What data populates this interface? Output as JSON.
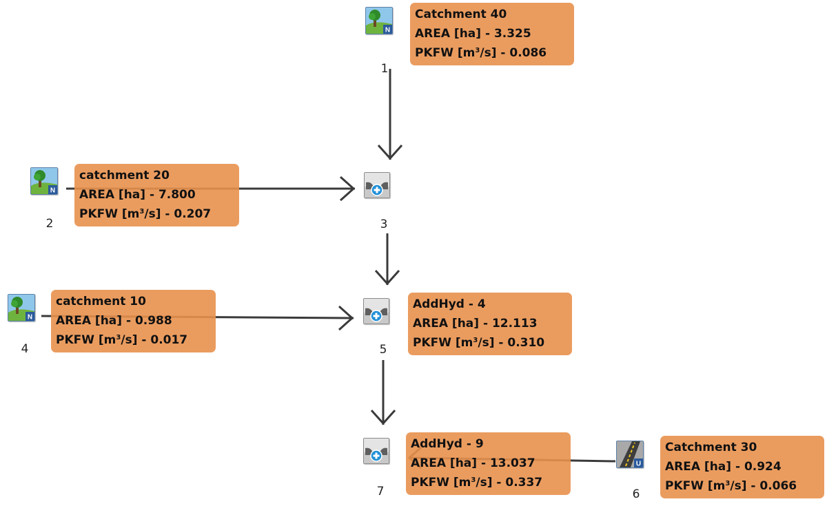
{
  "nodes": [
    {
      "id": "1",
      "type": "catchment-N",
      "badge": "N",
      "number": "1",
      "label": {
        "title": "Catchment 40",
        "area": "AREA [ha] - 3.325",
        "pkfw_prefix": "PKFW [m",
        "pkfw_sup": "3",
        "pkfw_suffix": "/s] - 0.086"
      }
    },
    {
      "id": "2",
      "type": "catchment-N",
      "badge": "N",
      "number": "2",
      "label": {
        "title": "catchment 20",
        "area": "AREA [ha] - 7.800",
        "pkfw_prefix": "PKFW [m",
        "pkfw_sup": "3",
        "pkfw_suffix": "/s] - 0.207"
      }
    },
    {
      "id": "3",
      "type": "addhyd",
      "number": "3"
    },
    {
      "id": "4",
      "type": "catchment-N",
      "badge": "N",
      "number": "4",
      "label": {
        "title": "catchment 10",
        "area": "AREA [ha] - 0.988",
        "pkfw_prefix": "PKFW [m",
        "pkfw_sup": "3",
        "pkfw_suffix": "/s] - 0.017"
      }
    },
    {
      "id": "5",
      "type": "addhyd",
      "number": "5",
      "label": {
        "title": "AddHyd - 4",
        "area": "AREA [ha] - 12.113",
        "pkfw_prefix": "PKFW [m",
        "pkfw_sup": "3",
        "pkfw_suffix": "/s] - 0.310"
      }
    },
    {
      "id": "6",
      "type": "catchment-U",
      "badge": "U",
      "number": "6",
      "label": {
        "title": "Catchment 30",
        "area": "AREA [ha] - 0.924",
        "pkfw_prefix": "PKFW [m",
        "pkfw_sup": "3",
        "pkfw_suffix": "/s] - 0.066"
      }
    },
    {
      "id": "7",
      "type": "addhyd",
      "number": "7",
      "label": {
        "title": "AddHyd - 9",
        "area": "AREA [ha] - 13.037",
        "pkfw_prefix": "PKFW [m",
        "pkfw_sup": "3",
        "pkfw_suffix": "/s] - 0.337"
      }
    }
  ],
  "links": [
    {
      "from": "1",
      "to": "3"
    },
    {
      "from": "2",
      "to": "3"
    },
    {
      "from": "3",
      "to": "5"
    },
    {
      "from": "4",
      "to": "5"
    },
    {
      "from": "5",
      "to": "7"
    },
    {
      "from": "6",
      "to": "7"
    }
  ],
  "colors": {
    "label_fill": "#e8914e",
    "link_stroke": "#3a3a3a",
    "badge_fill": "#2b5a9c",
    "addhyd_plus": "#1f8fd6"
  }
}
